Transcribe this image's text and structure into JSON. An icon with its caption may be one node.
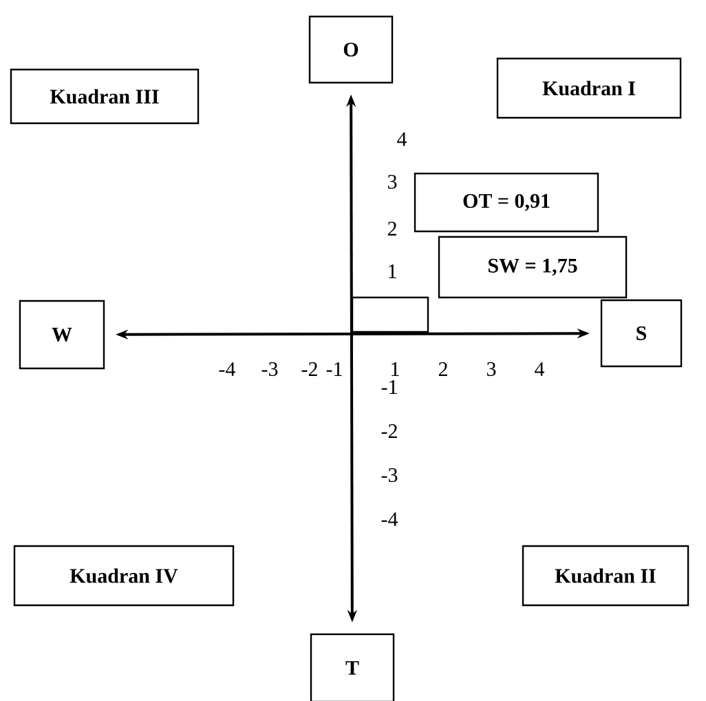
{
  "diagram": {
    "nodes": [
      {
        "text": [
          "Kuadran III"
        ]
      },
      {
        "text": [
          "O"
        ]
      },
      {
        "text": [
          "Kuadran I"
        ]
      },
      {
        "text": [
          "OT = 0,91"
        ]
      },
      {
        "text": [
          "SW = 1,75"
        ]
      },
      {
        "text": [],
        "shape": "box"
      },
      {
        "text": [
          "W"
        ]
      },
      {
        "text": [
          "S"
        ]
      },
      {
        "text": [
          "Kuadran IV"
        ]
      },
      {
        "text": [
          "Kuadran II"
        ]
      },
      {
        "text": [
          "T"
        ]
      }
    ],
    "edges": [
      {
        "from": 6,
        "to": 7,
        "arrow": "both"
      },
      {
        "from": 10,
        "to": 1,
        "arrow": "both"
      }
    ],
    "labels": [
      "4",
      "3",
      "2",
      "1",
      "-4",
      "-3",
      "-2",
      "-1",
      "1",
      "2",
      "3",
      "4",
      "-1",
      "-2",
      "-3",
      "-4"
    ]
  }
}
